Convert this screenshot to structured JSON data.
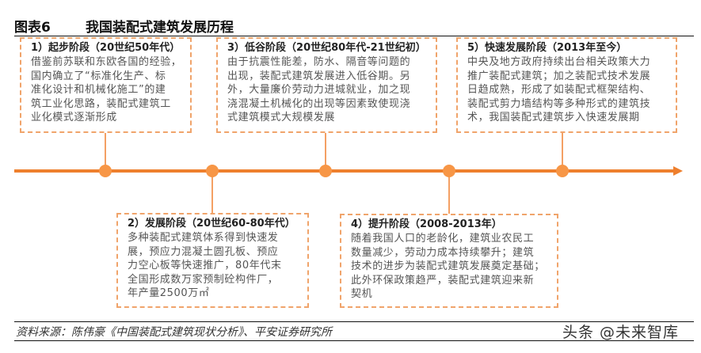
{
  "header": {
    "figure_label": "图表6",
    "title": "我国装配式建筑发展历程"
  },
  "colors": {
    "accent": "#ee7f2d",
    "dot": "#f79646",
    "box_border": "#f0a46b",
    "title": "#111111",
    "body_text": "#555555"
  },
  "stages": [
    {
      "id": 1,
      "heading": "1）起步阶段（20世纪50年代）",
      "body": "借鉴前苏联和东欧各国的经验，\n国内确立了“标准化生产、标\n准化设计和机械化施工”的建\n筑工业化思路，装配式建筑工\n业化模式逐渐形成",
      "position": "above"
    },
    {
      "id": 2,
      "heading": "2）发展阶段（20世纪60-80年代）",
      "body": "多种装配式建筑体系得到快速发\n展，预应力混凝土圆孔板、预应\n力空心板等快速推广，80年代末\n全国形成数万家预制砼构件厂，\n年产量2500万㎡",
      "position": "below"
    },
    {
      "id": 3,
      "heading": "3）低谷阶段（20世纪80年代-21世纪初）",
      "body": "由于抗震性能差，防水、隔音等问题的\n出现，装配式建筑发展进入低谷期。另\n外，大量廉价劳动力进城就业，加之现\n浇混凝土机械化的出现等因素致使现浇\n式建筑模式大规模发展",
      "position": "above"
    },
    {
      "id": 4,
      "heading": "4）提升阶段（2008-2013年）",
      "body": "随着我国人口的老龄化，建筑业农民工\n数量减少，劳动力成本持续攀升；建筑\n技术的进步为装配式建筑发展奠定基础；\n此外环保政策趋严，装配式建筑迎来新\n契机",
      "position": "below"
    },
    {
      "id": 5,
      "heading": "5）快速发展阶段（2013年至今）",
      "body": "中央及地方政府持续出台相关政策大力\n推广装配式建筑；加之装配式技术发展\n日趋成熟，形成了如装配式框架结构、\n装配式剪力墙结构等多种形式的建筑技\n术，我国装配式建筑步入快速发展期",
      "position": "above"
    }
  ],
  "footer": {
    "source": "资料来源：陈伟豪《中国装配式建筑现状分析》、平安证券研究所",
    "watermark": "头条 @未来智库"
  }
}
